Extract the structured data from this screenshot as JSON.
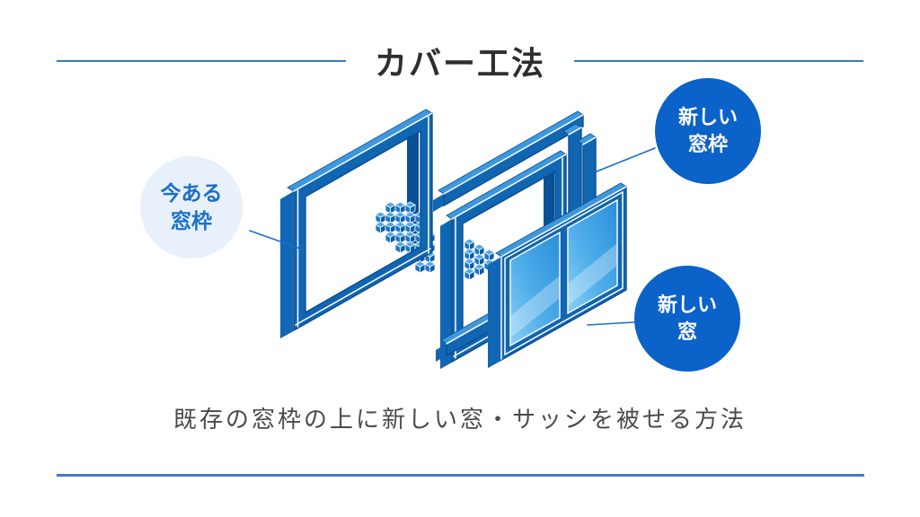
{
  "title": "カバー工法",
  "labels": {
    "existing_frame": {
      "line1": "今ある",
      "line2": "窓枠"
    },
    "new_frame": {
      "line1": "新しい",
      "line2": "窓枠"
    },
    "new_window": {
      "line1": "新しい",
      "line2": "窓"
    }
  },
  "caption": "既存の窓枠の上に新しい窓・サッシを被せる方法",
  "colors": {
    "primary_blue": "#1166b2",
    "top_face_blue": "#3e98dd",
    "side_face_blue": "#0c57a2",
    "glass_blue_dark": "#2a8fdb",
    "glass_blue_light": "#8ad1f6",
    "badge_dark_blue": "#0b62c8",
    "badge_light_bg": "#e8f1fb",
    "label_text_blue": "#1b6fc8",
    "rule_blue": "#3d7ab8",
    "bottom_rule_blue": "#3f7dc4",
    "title_text": "#2e2e2e",
    "caption_text": "#4a4a4a"
  }
}
